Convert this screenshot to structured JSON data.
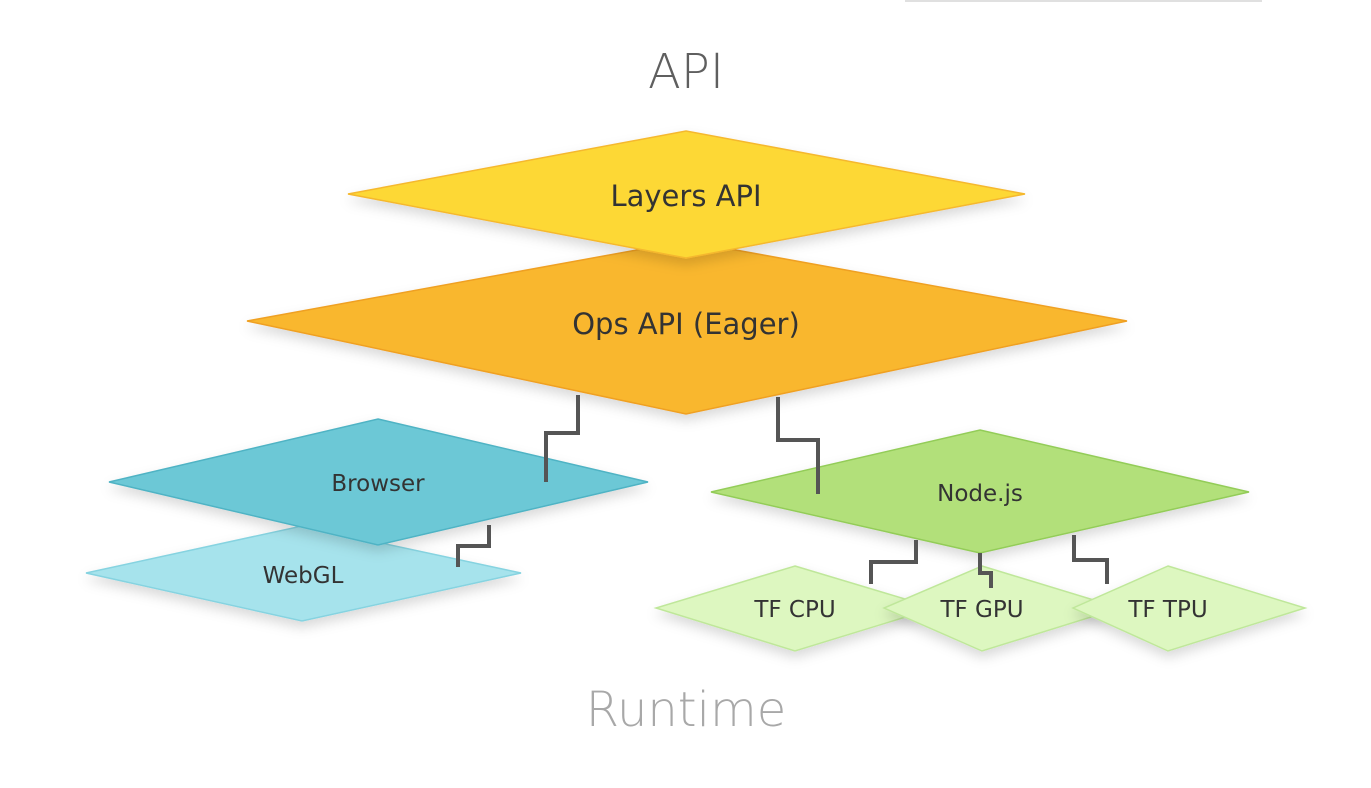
{
  "diagram": {
    "top_title": "API",
    "bottom_title": "Runtime",
    "nodes": {
      "layers_api": {
        "label": "Layers API",
        "fill": "#FDD835",
        "stroke": "#F5B82E"
      },
      "ops_api": {
        "label": "Ops API (Eager)",
        "fill": "#F9B72E",
        "stroke": "#EFA024"
      },
      "browser": {
        "label": "Browser",
        "fill": "#6CC8D6",
        "stroke": "#4FB3C4"
      },
      "webgl": {
        "label": "WebGL",
        "fill": "#A6E3EC",
        "stroke": "#86D3E0"
      },
      "nodejs": {
        "label": "Node.js",
        "fill": "#B2E07A",
        "stroke": "#93CC58"
      },
      "tf_cpu": {
        "label": "TF CPU",
        "fill": "#DDF7C0",
        "stroke": "#BFE79A"
      },
      "tf_gpu": {
        "label": "TF GPU",
        "fill": "#DDF7C0",
        "stroke": "#BFE79A"
      },
      "tf_tpu": {
        "label": "TF TPU",
        "fill": "#DDF7C0",
        "stroke": "#BFE79A"
      }
    },
    "colors": {
      "top_title": "#5f5f5f",
      "bottom_title": "#a8a8a8",
      "label": "#333333",
      "connector": "#555555"
    }
  }
}
